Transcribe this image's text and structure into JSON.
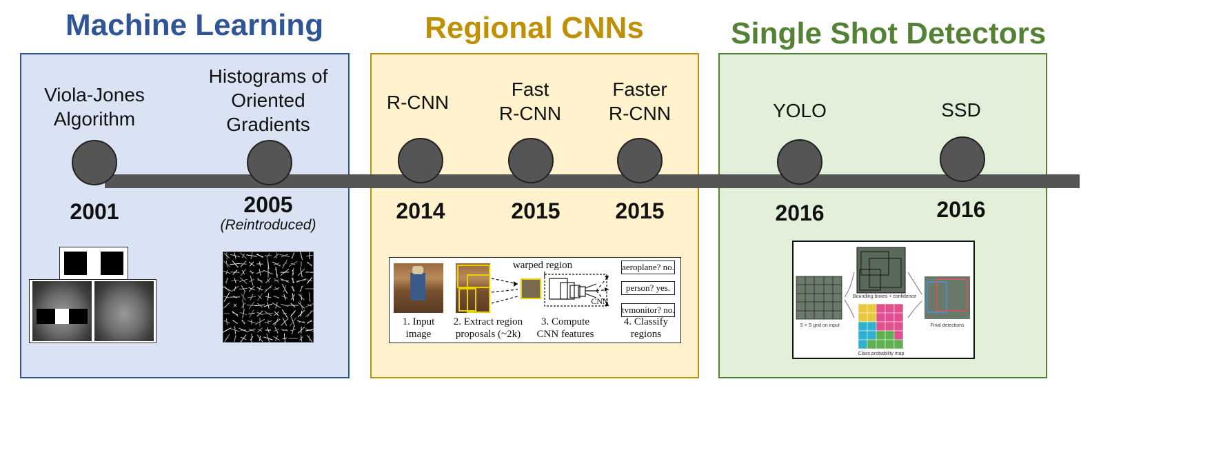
{
  "sections": [
    {
      "title": "Machine Learning",
      "color": "#2f5597",
      "fill": "#dae3f3",
      "border": "#2f5597"
    },
    {
      "title": "Regional CNNs",
      "color": "#bf9000",
      "fill": "#fff2cc",
      "border": "#bf9000"
    },
    {
      "title": "Single Shot Detectors",
      "color": "#548235",
      "fill": "#e2f0d9",
      "border": "#548235"
    }
  ],
  "milestones": [
    {
      "label_lines": [
        "Viola-Jones",
        "Algorithm"
      ],
      "year": "2001",
      "note": ""
    },
    {
      "label_lines": [
        "Histograms of",
        "Oriented",
        "Gradients"
      ],
      "year": "2005",
      "note": "(Reintroduced)"
    },
    {
      "label_lines": [
        "R-CNN"
      ],
      "year": "2014",
      "note": ""
    },
    {
      "label_lines": [
        "Fast",
        "R-CNN"
      ],
      "year": "2015",
      "note": ""
    },
    {
      "label_lines": [
        "Faster",
        "R-CNN"
      ],
      "year": "2015",
      "note": ""
    },
    {
      "label_lines": [
        "YOLO"
      ],
      "year": "2016",
      "note": ""
    },
    {
      "label_lines": [
        "SSD"
      ],
      "year": "2016",
      "note": ""
    }
  ],
  "rcnn_figure": {
    "warped_label": "warped region",
    "classes": [
      "aeroplane? no.",
      "person? yes.",
      "tvmonitor? no."
    ],
    "cnn_label": "CNN",
    "steps": [
      {
        "num": "1",
        "text": "Input image"
      },
      {
        "num": "2",
        "text": "Extract region proposals (~2k)"
      },
      {
        "num": "3",
        "text": "Compute CNN features"
      },
      {
        "num": "4",
        "text": "Classify regions"
      }
    ],
    "step_lines": [
      [
        "1. Input",
        "image"
      ],
      [
        "2. Extract region",
        "proposals (~2k)"
      ],
      [
        "3. Compute",
        "CNN features"
      ],
      [
        "4. Classify",
        "regions"
      ]
    ]
  },
  "yolo_figure": {
    "grid_caption": "S × S grid on input",
    "boxes_caption": "Bounding boxes + confidence",
    "class_map_caption": "Class probability map",
    "final_caption": "Final detections"
  },
  "icons": [
    "face-photo",
    "haar-feature",
    "hog-visualization",
    "rcnn-pipeline",
    "yolo-pipeline"
  ]
}
